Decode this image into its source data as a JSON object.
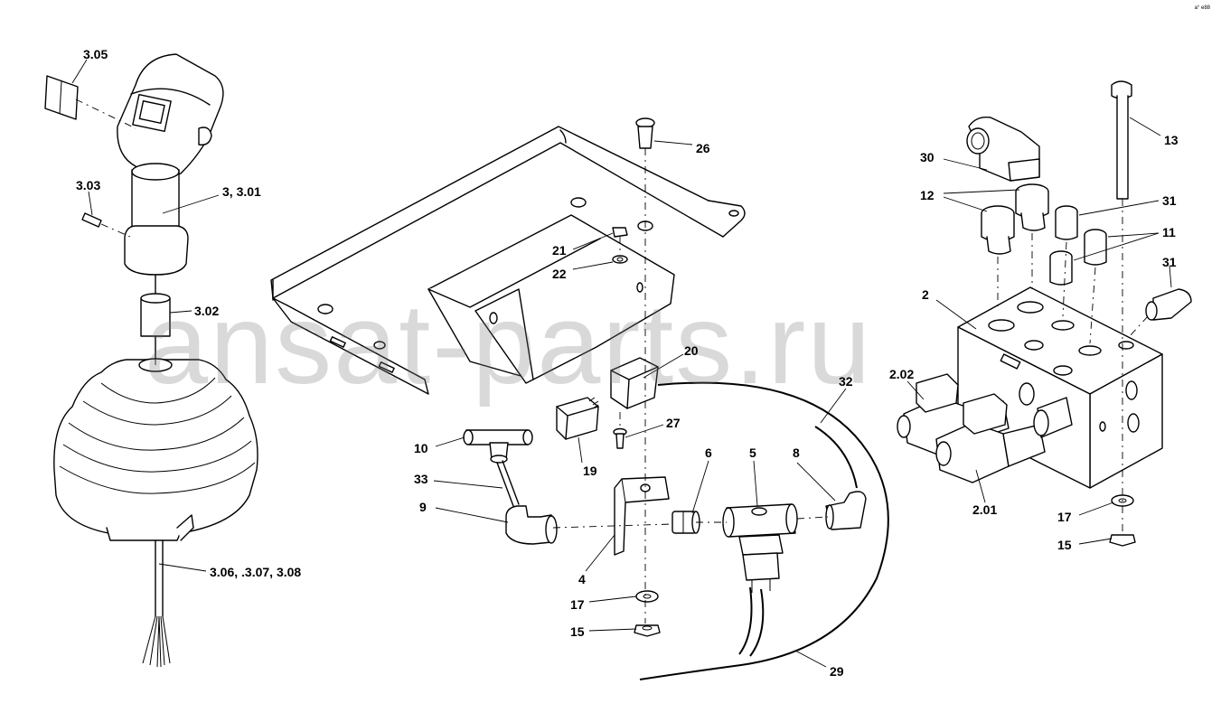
{
  "watermark": "ansat-parts.ru",
  "drawing_code": "a° e88",
  "callouts": {
    "c305": "3.05",
    "c303": "3.03",
    "c3_301": "3, 3.01",
    "c302": "3.02",
    "c306": "3.06, .3.07, 3.08",
    "c26": "26",
    "c21": "21",
    "c22": "22",
    "c20": "20",
    "c27": "27",
    "c19": "19",
    "c10": "10",
    "c33": "33",
    "c9": "9",
    "c4": "4",
    "c17a": "17",
    "c15a": "15",
    "c6": "6",
    "c5": "5",
    "c8": "8",
    "c32": "32",
    "c29": "29",
    "c30": "30",
    "c12": "12",
    "c13": "13",
    "c31a": "31",
    "c11": "11",
    "c31b": "31",
    "c2": "2",
    "c202": "2.02",
    "c201": "2.01",
    "c17b": "17",
    "c15b": "15"
  }
}
